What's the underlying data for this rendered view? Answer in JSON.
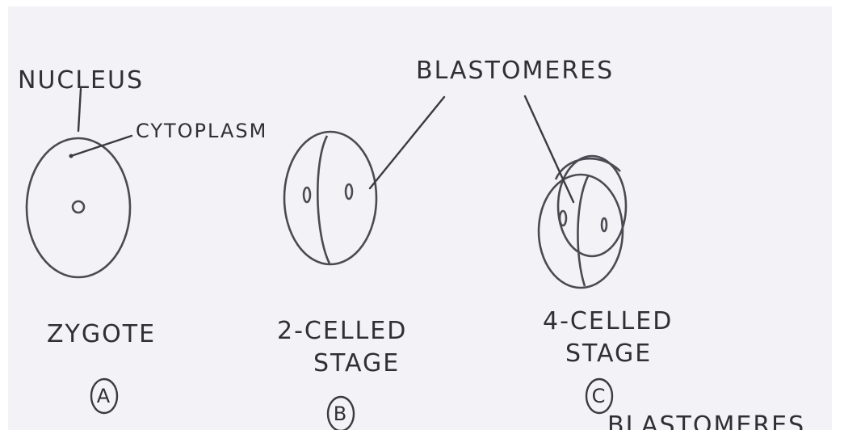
{
  "labels": {
    "nucleus": "NUCLEUS",
    "cytoplasm": "CYTOPLASM",
    "blastomeres": "BLASTOMERES",
    "zygote": "ZYGOTE",
    "two_celled": "2-CELLED",
    "two_celled_stage": "STAGE",
    "four_celled": "4-CELLED",
    "four_celled_stage": "STAGE",
    "marker_a": "A",
    "marker_b": "B",
    "marker_c": "C",
    "cut_off_text": "BLASTOMERES"
  },
  "colors": {
    "paper": "#f3f2f6",
    "ink": "#3a3a40"
  }
}
